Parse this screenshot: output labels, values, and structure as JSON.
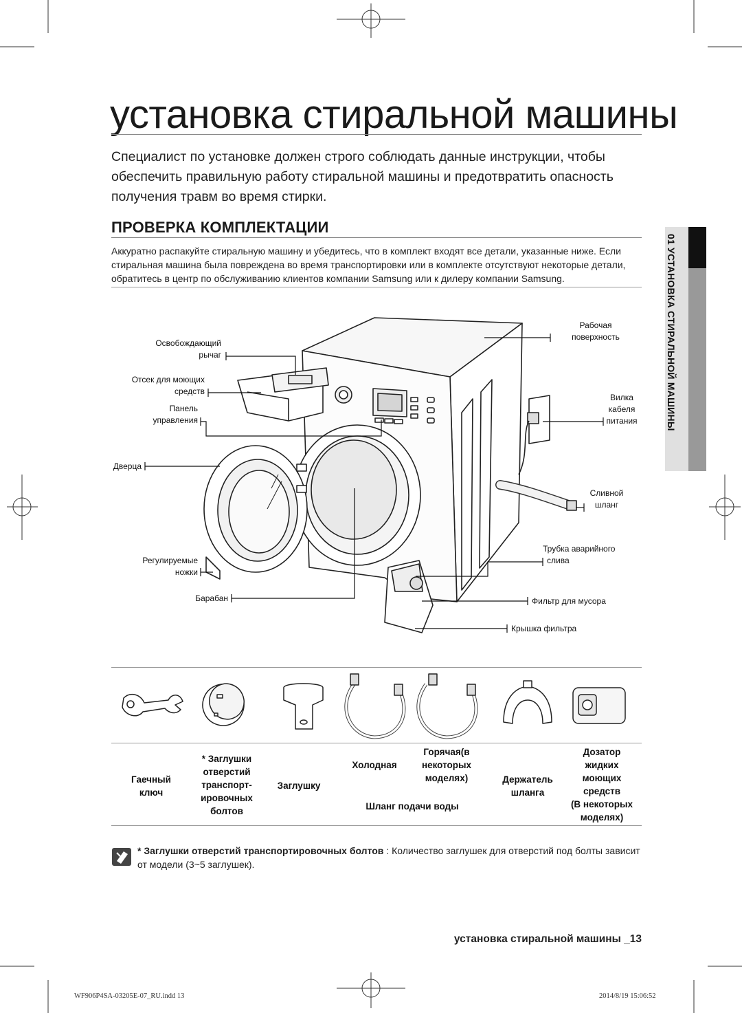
{
  "page": {
    "title": "установка стиральной машины",
    "intro": "Специалист по установке должен строго соблюдать данные инструкции, чтобы обеспечить правильную работу стиральной машины и предотвратить опасность получения травм во время стирки.",
    "section_heading": "ПРОВЕРКА КОМПЛЕКТАЦИИ",
    "section_text": "Аккуратно распакуйте стиральную машину и убедитесь, что в комплект входят все детали, указанные ниже. Если стиральная машина была повреждена во время транспортировки или в комплекте отсутствуют некоторые детали, обратитесь в центр по обслуживанию клиентов компании Samsung или к дилеру компании Samsung.",
    "side_tab": "01 УСТАНОВКА СТИРАЛЬНОЙ МАШИНЫ",
    "footer_title": "установка стиральной машины _13",
    "imprint_left": "WF906P4SA-03205E-07_RU.indd 13",
    "imprint_right": "2014/8/19   15:06:52"
  },
  "diagram_labels": {
    "release_lever": [
      "Освобождающий",
      "рычаг"
    ],
    "detergent_drawer": [
      "Отсек для моющих",
      "средств"
    ],
    "control_panel": [
      "Панель",
      "управления"
    ],
    "door": "Дверца",
    "adjustable_feet": [
      "Регулируемые",
      "ножки"
    ],
    "drum": "Барабан",
    "worktop": [
      "Рабочая",
      "поверхность"
    ],
    "power_plug": [
      "Вилка",
      "кабеля",
      "питания"
    ],
    "drain_hose": [
      "Сливной",
      "шланг"
    ],
    "emergency_drain_tube": [
      "Трубка аварийного",
      "слива"
    ],
    "debris_filter": "Фильтр для мусора",
    "filter_cover": "Крышка фильтра"
  },
  "accessories": {
    "spanner": [
      "Гаечный",
      "ключ"
    ],
    "bolt_caps": [
      "* Заглушки",
      "отверстий",
      "транспорт-",
      "ировочных",
      "болтов"
    ],
    "plug": "Заглушку",
    "cold_hose": "Холодная",
    "hot_hose": [
      "Горячая(в",
      "некоторых",
      "моделях)"
    ],
    "water_hose_caption": "Шланг подачи воды",
    "hose_guide": [
      "Держатель",
      "шланга"
    ],
    "liquid_detergent": [
      "Дозатор",
      "жидких",
      "моющих",
      "средств",
      "(В некоторых",
      "моделях)"
    ]
  },
  "note": {
    "bold": "* Заглушки отверстий транспортировочных болтов",
    "text": " : Количество заглушек для отверстий под болты зависит от модели (3~5 заглушек)."
  }
}
